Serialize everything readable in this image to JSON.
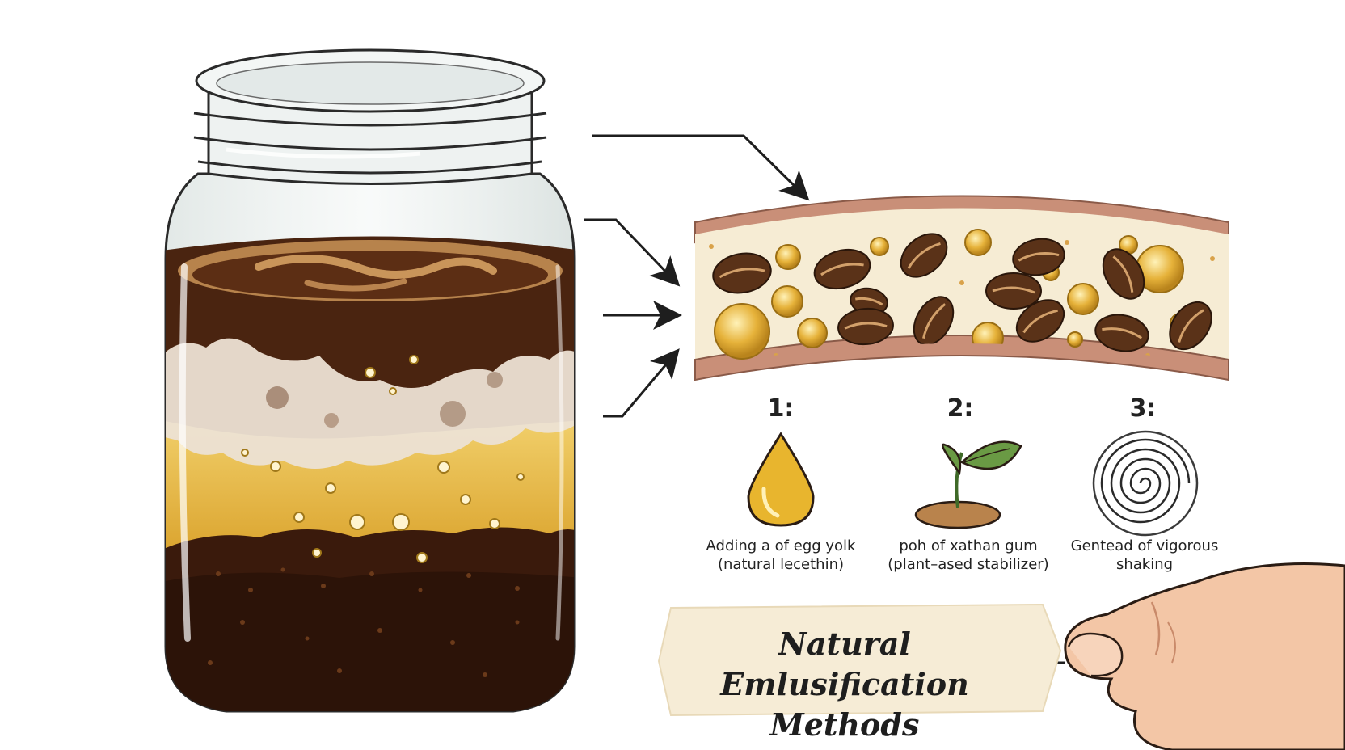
{
  "labels": {
    "methods": [
      {
        "number": "1:",
        "line1": "Adding a of egg yolk",
        "line2": "(natural lecethin)",
        "icon": "oil-droplet-icon"
      },
      {
        "number": "2:",
        "line1": "poh of xathan gum",
        "line2": "(plant–ased stabilizer)",
        "icon": "sprout-icon"
      },
      {
        "number": "3:",
        "line1": "Gentead of vigorous",
        "line2": "shaking",
        "icon": "spiral-icon"
      }
    ],
    "banner": {
      "line1": "Natural Emlusification",
      "line2": "Methods"
    }
  },
  "colors": {
    "coffee_dark": "#3b1d0e",
    "coffee_mid": "#5a2e14",
    "crema": "#c9955a",
    "foam": "#e8ddd0",
    "oil_gold": "#e0ac2a",
    "bean": "#5a3218",
    "band_cream": "#f5ead2",
    "band_edge": "#c98f78",
    "banner_bg": "#f6ecd6",
    "skin": "#f3c6a6",
    "outline": "#2a1c14"
  }
}
